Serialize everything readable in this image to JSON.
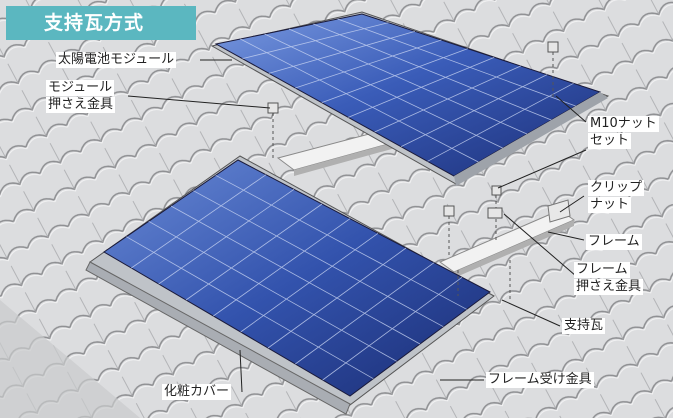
{
  "title": "支持瓦方式",
  "labels": {
    "solar_module": "太陽電池モジュール",
    "module_clamp_line1": "モジュール",
    "module_clamp_line2": "押さえ金具",
    "m10_nut_line1": "M10ナット",
    "m10_nut_line2": "セット",
    "clip_nut_line1": "クリップ",
    "clip_nut_line2": "ナット",
    "frame": "フレーム",
    "frame_clamp_line1": "フレーム",
    "frame_clamp_line2": "押さえ金具",
    "support_tile": "支持瓦",
    "frame_receiver": "フレーム受け金具",
    "decorative_cover": "化粧カバー"
  },
  "colors": {
    "title_bg": "#5bb7c0",
    "roof_tile": "#d9dadb",
    "tile_edge": "#9a9b9d",
    "panel_dark": "#223a8a",
    "panel_light": "#6a8fd8",
    "frame_silver": "#bfc3c8"
  }
}
